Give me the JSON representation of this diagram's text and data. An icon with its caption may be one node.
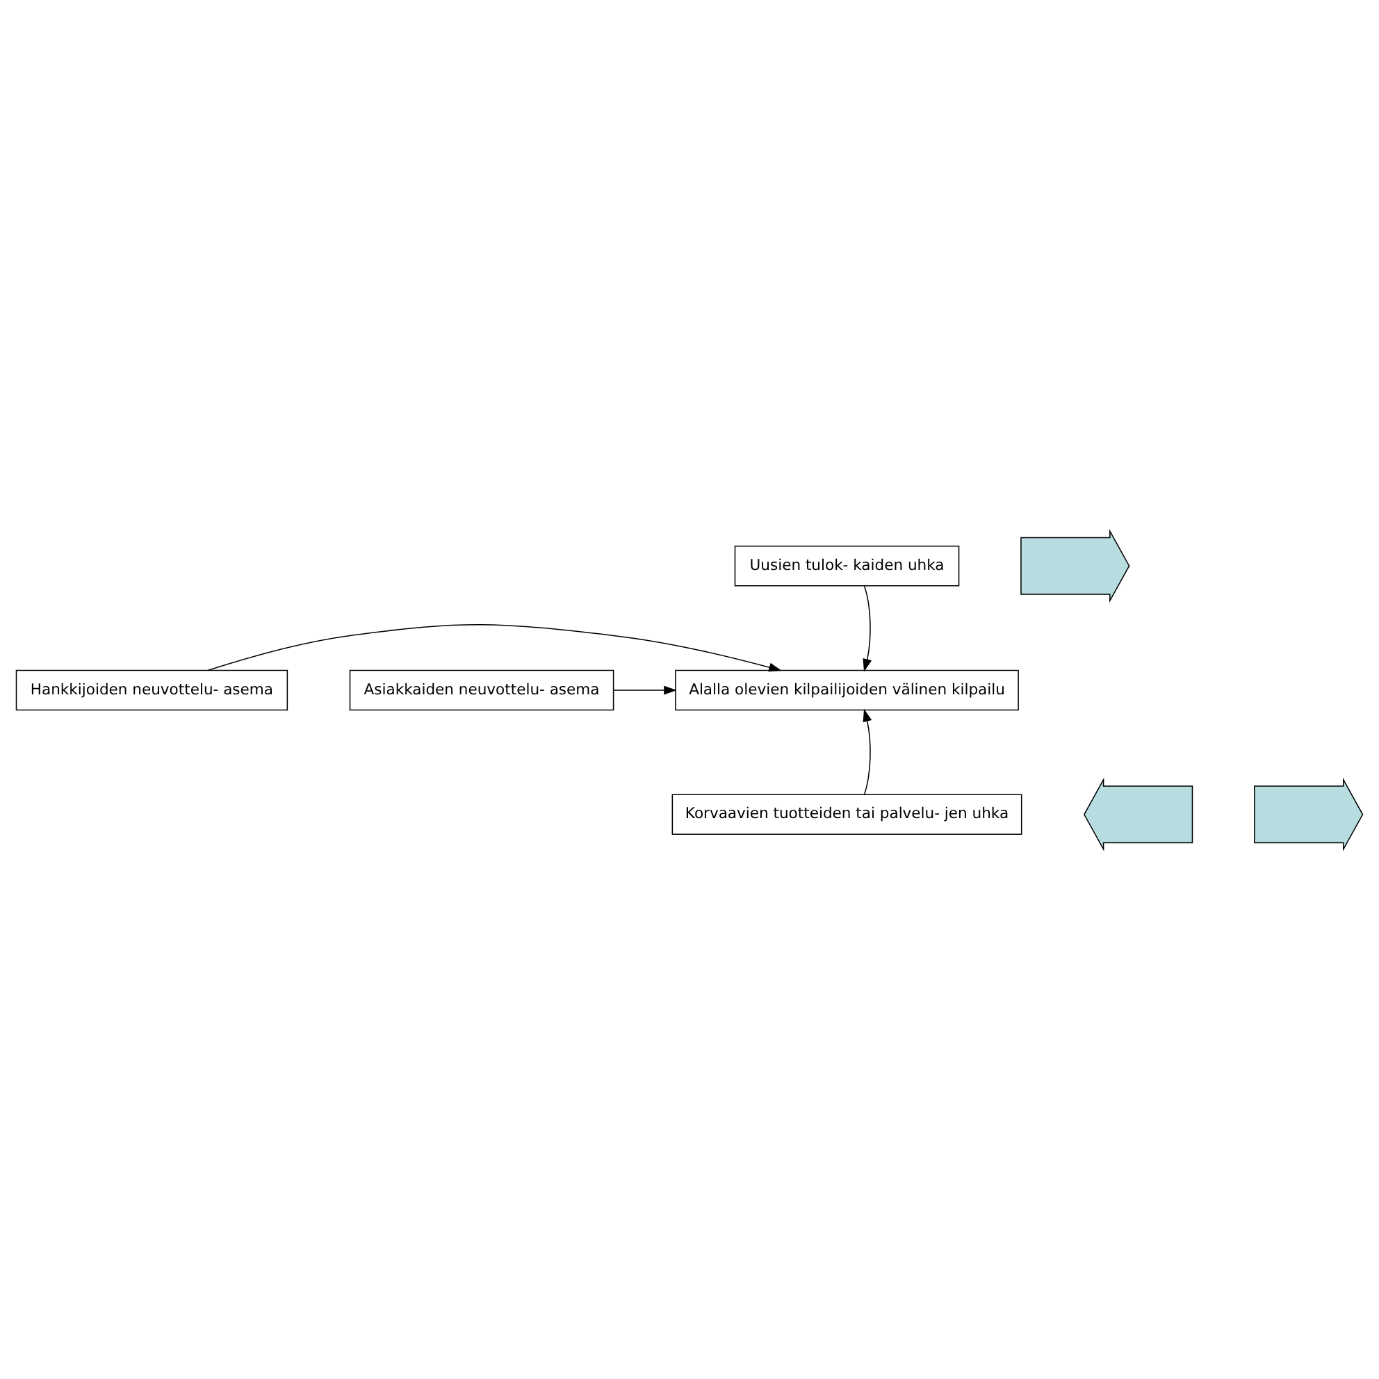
{
  "diagram": {
    "nodes": [
      {
        "text": [
          "Uusien tulok- kaiden uhka"
        ]
      },
      {
        "text": [],
        "shape": "arrow"
      },
      {
        "text": [
          "Hankkijoiden neuvottelu- asema"
        ]
      },
      {
        "text": [
          "Alalla olevien kilpailijoiden välinen kilpailu"
        ]
      },
      {
        "text": [
          "Asiakkaiden neuvottelu- asema"
        ]
      },
      {
        "text": [],
        "shape": "arrow"
      },
      {
        "text": [],
        "shape": "arrow"
      },
      {
        "text": [
          "Korvaavien tuotteiden tai palvelu- jen uhka"
        ]
      }
    ],
    "edges": [
      {
        "from": 0,
        "to": 3,
        "arrow": "to"
      },
      {
        "from": 2,
        "to": 3,
        "arrow": "to"
      },
      {
        "from": 4,
        "to": 3,
        "arrow": "to"
      },
      {
        "from": 7,
        "to": 3,
        "arrow": "to"
      }
    ]
  }
}
